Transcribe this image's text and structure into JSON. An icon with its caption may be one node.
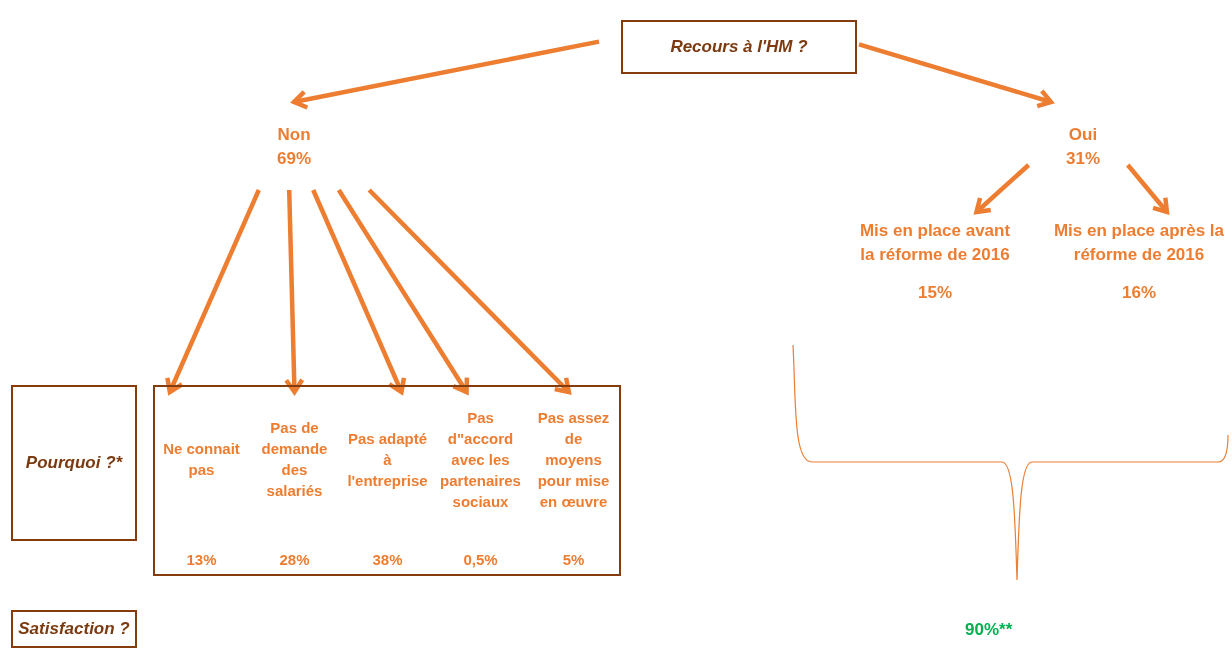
{
  "diagram": {
    "nodes": [
      {
        "text": [
          "Recours à l'HM ?"
        ]
      },
      {
        "text": [
          "Non",
          "69%"
        ]
      },
      {
        "text": [
          "Oui",
          "31%"
        ]
      },
      {
        "text": [
          "Mis en place avant la réforme de 2016",
          "15%"
        ]
      },
      {
        "text": [
          "Mis en place après la réforme de 2016",
          "16%"
        ]
      },
      {
        "text": [
          "Pourquoi ?*"
        ]
      },
      {
        "text": [],
        "shape": "box"
      },
      {
        "text": [
          "Ne connait pas",
          "13%"
        ],
        "in": 6
      },
      {
        "text": [
          "Pas de demande des salariés",
          "28%"
        ],
        "in": 6
      },
      {
        "text": [
          "Pas adapté à l'entreprise",
          "38%"
        ],
        "in": 6
      },
      {
        "text": [
          "Pas d\"accord avec les partenaires sociaux",
          "0,5%"
        ],
        "in": 6
      },
      {
        "text": [
          "Pas assez de moyens pour mise en œuvre",
          "5%"
        ],
        "in": 6
      },
      {
        "text": [
          "Satisfaction ?"
        ]
      }
    ],
    "edges": [
      {
        "from": 0,
        "to": 1,
        "arrow": "to"
      },
      {
        "from": 0,
        "to": 2,
        "arrow": "to"
      },
      {
        "from": 1,
        "to": 7,
        "arrow": "to"
      },
      {
        "from": 1,
        "to": 8,
        "arrow": "to"
      },
      {
        "from": 1,
        "to": 9,
        "arrow": "to"
      },
      {
        "from": 1,
        "to": 10,
        "arrow": "to"
      },
      {
        "from": 1,
        "to": 11,
        "arrow": "to"
      },
      {
        "from": 2,
        "to": 3,
        "arrow": "to"
      },
      {
        "from": 2,
        "to": 4,
        "arrow": "to"
      }
    ],
    "labels": [
      "90%**"
    ]
  }
}
